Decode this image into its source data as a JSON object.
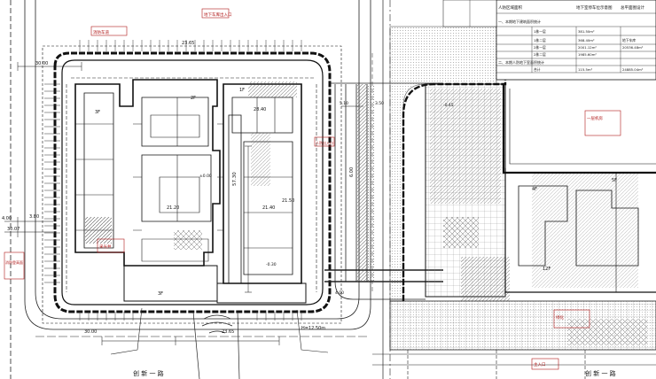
{
  "title_block": {
    "header_text": "地下室停车位示意图",
    "label_left": "人防区域面积",
    "label_right": "总平面图设计",
    "sections": [
      "一、本期地下建筑面积统计",
      "二、本期人防地下室面积统计"
    ],
    "rows": [
      {
        "label": "1栋一层",
        "value": "381.50m²"
      },
      {
        "label": "1栋二层",
        "value": "368.40m²"
      },
      {
        "label": "2栋一层",
        "value": "2001.12m²"
      },
      {
        "label": "2栋二层",
        "value": "1985.60m²"
      },
      {
        "label": "地下车库",
        "value": "20536.48m²"
      }
    ],
    "totals": [
      "合计",
      "115.5m²",
      "24885.04m²"
    ]
  },
  "dimensions": {
    "top": [
      "30.00",
      "23.65"
    ],
    "bottom": [
      "30.00",
      "23.65"
    ],
    "left": [
      "4.00",
      "30.07",
      "3.80"
    ],
    "vertical": [
      "57.30",
      "21.40",
      "28.40",
      "6.00"
    ],
    "misc": [
      "21.20",
      "21.50",
      "5.10",
      "3.50",
      "4.00",
      "H=12.50m"
    ]
  },
  "room_labels": [
    "3F",
    "2F",
    "1F",
    "3F",
    "5F",
    "4F",
    "12F"
  ],
  "street_labels": [
    "创 新 一 路",
    "创 新 一 路"
  ],
  "annotations": [
    "消防车道",
    "地下车库出入口",
    "人防出入口",
    "一层机房",
    "绿化",
    "主入口",
    "采光井",
    "消防登高面"
  ],
  "elevations": [
    "±0.00",
    "-0.30",
    "-0.45"
  ],
  "colors": {
    "line": "#111111",
    "red": "#b01818",
    "hatch": "#6b6b6b"
  }
}
